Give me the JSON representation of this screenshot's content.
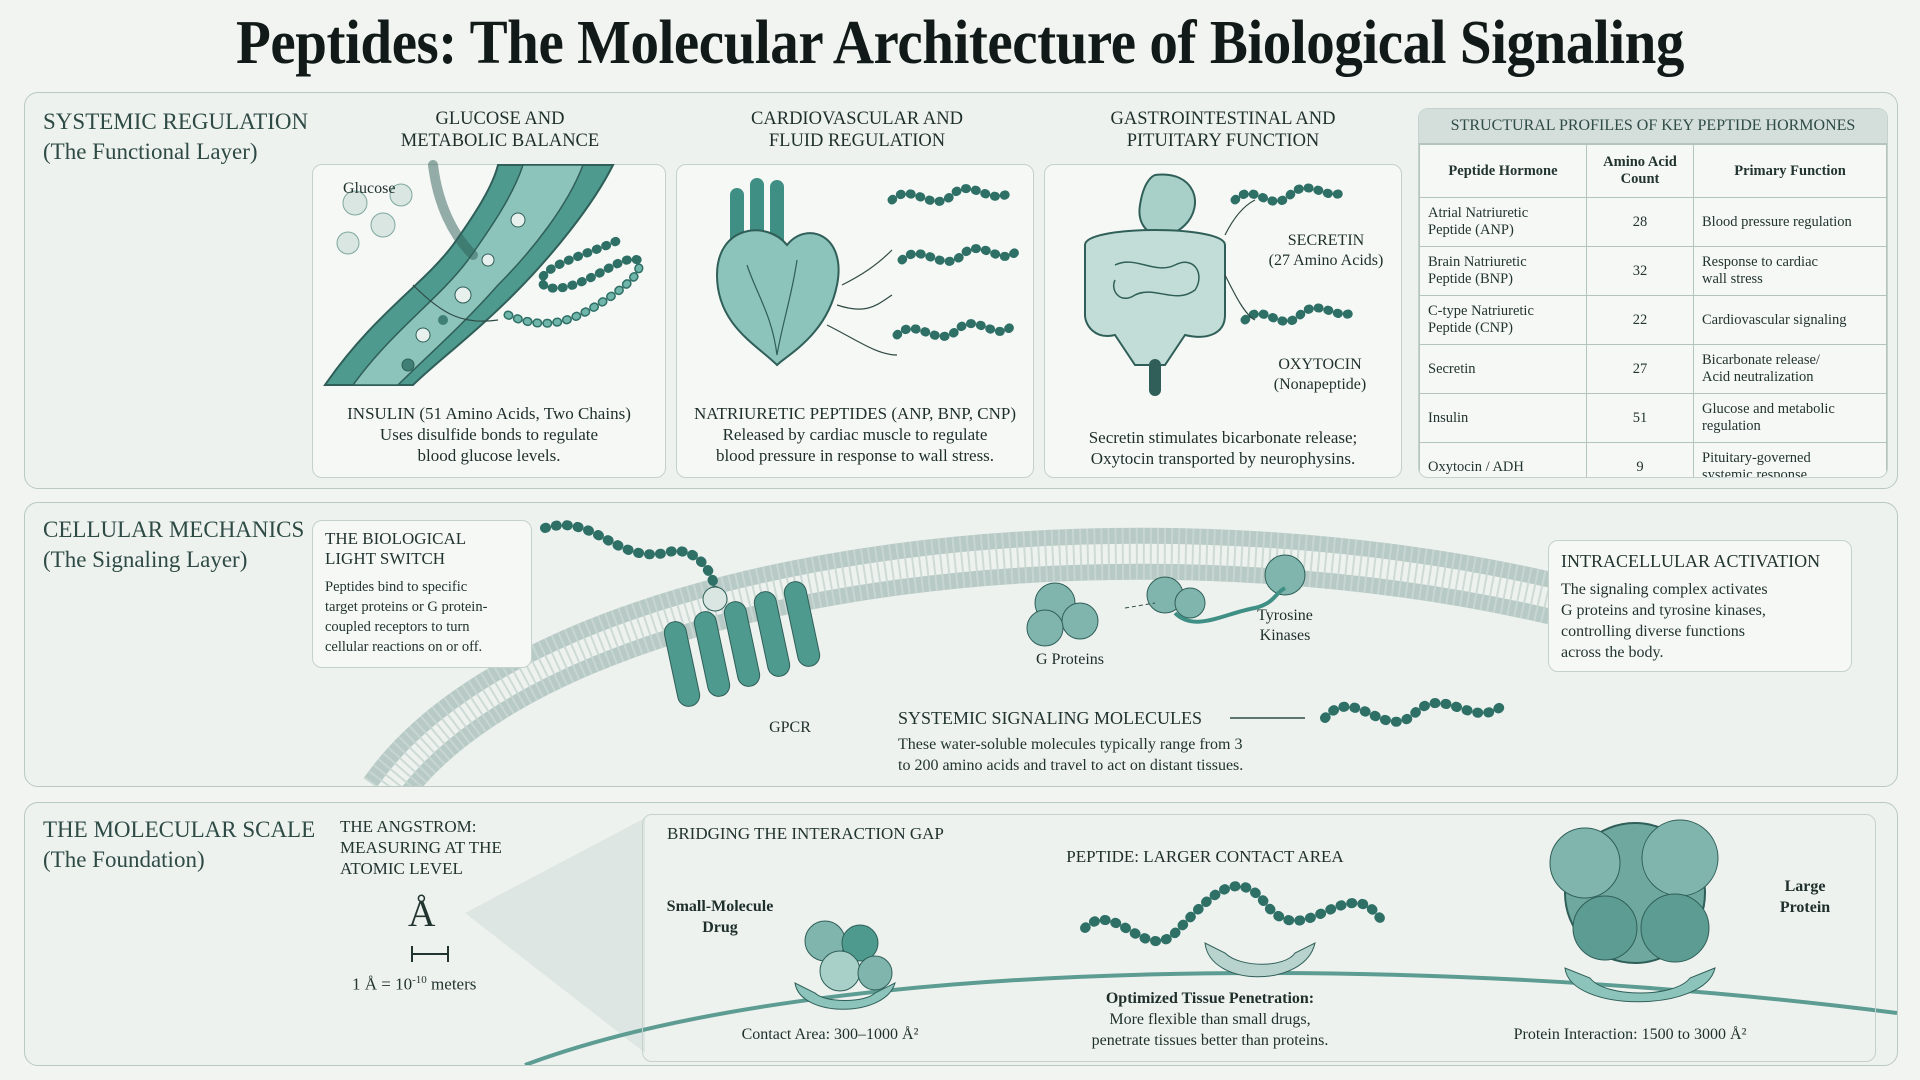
{
  "title": "Peptides: The Molecular Architecture of Biological Signaling",
  "systemic": {
    "heading": "SYSTEMIC REGULATION",
    "subheading": "(The Functional Layer)",
    "glucose": {
      "head1": "GLUCOSE AND",
      "head2": "METABOLIC BALANCE",
      "label": "Glucose",
      "cap1": "INSULIN (51 Amino Acids, Two Chains)",
      "cap2": "Uses disulfide bonds to regulate",
      "cap3": "blood glucose levels."
    },
    "cardio": {
      "head1": "CARDIOVASCULAR AND",
      "head2": "FLUID REGULATION",
      "cap1": "NATRIURETIC PEPTIDES (ANP, BNP, CNP)",
      "cap2": "Released by cardiac muscle to regulate",
      "cap3": "blood pressure in response to wall stress."
    },
    "gastro": {
      "head1": "GASTROINTESTINAL AND",
      "head2": "PITUITARY FUNCTION",
      "secretin1": "SECRETIN",
      "secretin2": "(27 Amino Acids)",
      "oxy1": "OXYTOCIN",
      "oxy2": "(Nonapeptide)",
      "cap1": "Secretin stimulates bicarbonate release;",
      "cap2": "Oxytocin transported by neurophysins."
    },
    "table": {
      "title": "STRUCTURAL PROFILES OF KEY PEPTIDE HORMONES",
      "col1": "Peptide Hormone",
      "col2a": "Amino Acid",
      "col2b": "Count",
      "col3": "Primary Function",
      "rows": [
        {
          "name1": "Atrial Natriuretic",
          "name2": "Peptide (ANP)",
          "count": "28",
          "fn1": "Blood pressure regulation",
          "fn2": ""
        },
        {
          "name1": "Brain Natriuretic",
          "name2": "Peptide (BNP)",
          "count": "32",
          "fn1": "Response to cardiac",
          "fn2": "wall stress"
        },
        {
          "name1": "C-type Natriuretic",
          "name2": "Peptide (CNP)",
          "count": "22",
          "fn1": "Cardiovascular signaling",
          "fn2": ""
        },
        {
          "name1": "Secretin",
          "name2": "",
          "count": "27",
          "fn1": "Bicarbonate release/",
          "fn2": "Acid neutralization"
        },
        {
          "name1": "Insulin",
          "name2": "",
          "count": "51",
          "fn1": "Glucose and metabolic",
          "fn2": "regulation"
        },
        {
          "name1": "Oxytocin / ADH",
          "name2": "",
          "count": "9",
          "fn1": "Pituitary-governed",
          "fn2": "systemic response"
        }
      ]
    }
  },
  "cellular": {
    "heading": "CELLULAR MECHANICS",
    "subheading": "(The Signaling Layer)",
    "switch": {
      "head1": "THE BIOLOGICAL",
      "head2": "LIGHT SWITCH",
      "t1": "Peptides bind to specific",
      "t2": "target proteins or G protein-",
      "t3": "coupled receptors to turn",
      "t4": "cellular reactions on or off."
    },
    "gpcr": "GPCR",
    "gproteins": "G Proteins",
    "tyrosine1": "Tyrosine",
    "tyrosine2": "Kinases",
    "activation": {
      "head": "INTRACELLULAR ACTIVATION",
      "t1": "The signaling complex activates",
      "t2": "G proteins and tyrosine kinases,",
      "t3": "controlling diverse functions",
      "t4": "across the body."
    },
    "molecules": {
      "head": "SYSTEMIC SIGNALING MOLECULES",
      "t1": "These water-soluble molecules typically range from 3",
      "t2": "to 200 amino acids and travel to act on distant tissues."
    }
  },
  "molecular": {
    "heading": "THE MOLECULAR SCALE",
    "subheading": "(The Foundation)",
    "angstrom": {
      "h1": "THE ANGSTROM:",
      "h2": "MEASURING AT THE",
      "h3": "ATOMIC LEVEL",
      "symbol": "Å",
      "def_prefix": "1 Å = 10",
      "def_exp": "-10",
      "def_suffix": " meters"
    },
    "gap": {
      "head": "BRIDGING THE INTERACTION GAP",
      "drug1": "Small-Molecule",
      "drug2": "Drug",
      "peptide_head": "PEPTIDE: LARGER CONTACT AREA",
      "protein1": "Large",
      "protein2": "Protein",
      "opt_head": "Optimized Tissue Penetration:",
      "opt1": "More flexible than small drugs,",
      "opt2": "penetrate tissues better than proteins.",
      "contact": "Contact Area: 300–1000  Å²",
      "protein_contact": "Protein Interaction: 1500 to 3000 Å²"
    }
  },
  "colors": {
    "teal": "#3f8f85",
    "teal_light": "#8cc3ba",
    "ink": "#223430"
  }
}
